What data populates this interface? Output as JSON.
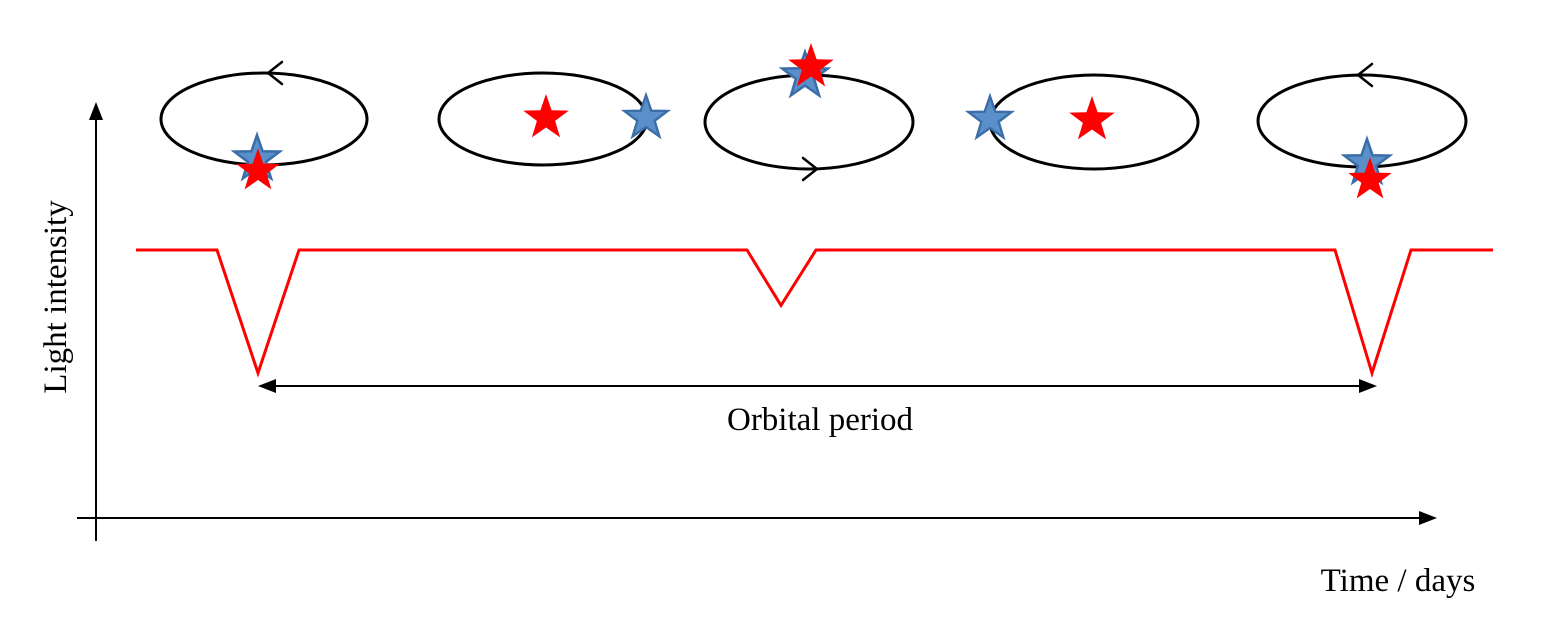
{
  "labels": {
    "y_axis": "Light intensity",
    "x_axis": "Time / days",
    "period": "Orbital period"
  },
  "colors": {
    "curve": "#ff0000",
    "primary_star": "#ff0000",
    "companion_star": "#5b8fc9",
    "companion_star_stroke": "#3b6ea8",
    "lines": "#000000"
  },
  "icons": {
    "primary_star": "red-star-icon",
    "companion_star": "blue-star-icon",
    "orbit_direction": "chevron-icon"
  },
  "light_curve": {
    "relative_intensity": [
      1.0,
      1.0,
      0.0,
      1.0,
      1.0,
      0.55,
      1.0,
      1.0,
      0.0,
      1.0,
      1.0
    ],
    "eclipses": [
      {
        "type": "primary eclipse",
        "depth": "deep"
      },
      {
        "type": "secondary eclipse",
        "depth": "shallow"
      },
      {
        "type": "primary eclipse",
        "depth": "deep"
      }
    ]
  },
  "orbit_phases": [
    {
      "phase": "companion in front of primary"
    },
    {
      "phase": "companion beside primary (right)"
    },
    {
      "phase": "companion behind primary"
    },
    {
      "phase": "companion beside primary (left)"
    },
    {
      "phase": "companion in front of primary"
    }
  ]
}
